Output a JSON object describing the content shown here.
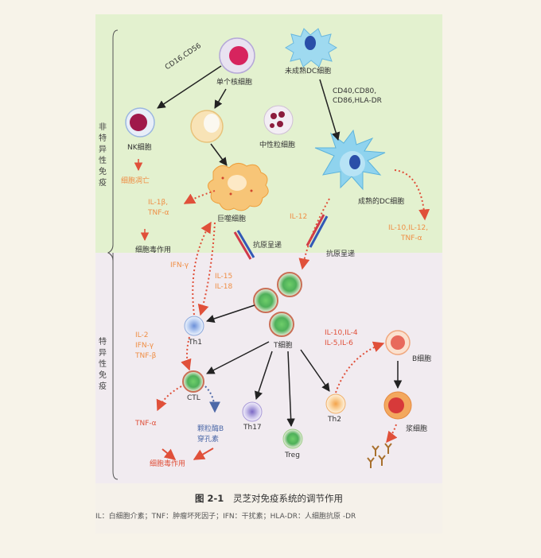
{
  "side_labels": {
    "nonspecific": "非特异性免疫",
    "specific": "特异性免疫"
  },
  "labels": {
    "monocyte": "单个核细胞",
    "immature_dc": "未成熟DC细胞",
    "cd16_cd56": "CD16,CD56",
    "cd_markers_line1": "CD40,CD80,",
    "cd_markers_line2": "CD86,HLA-DR",
    "nk": "NK细胞",
    "neutrophil": "中性粒细胞",
    "cell_lysis": "细胞凋亡",
    "il1b": "IL-1β,",
    "tnfa_1": "TNF-α",
    "macrophage": "巨噬细胞",
    "mature_dc": "成熟的DC细胞",
    "cytotoxic_1": "细胞毒作用",
    "il12": "IL-12",
    "il10_il12_line1": "IL-10,IL-12,",
    "il10_il12_line2": "TNF-α",
    "antigen_presentation_1": "抗原呈递",
    "antigen_presentation_2": "抗原呈递",
    "ifn_gamma_1": "IFN-γ",
    "il15": "IL-15",
    "il18": "IL-18",
    "th1": "Th1",
    "t_cell": "T细胞",
    "il2": "IL-2",
    "ifn_gamma_2": "IFN-γ",
    "tnf_beta": "TNF-β",
    "il10_il4": "IL-10,IL-4",
    "il5_il6": "IL-5,IL-6",
    "b_cell": "B细胞",
    "ctl": "CTL",
    "th17": "Th17",
    "th2": "Th2",
    "treg": "Treg",
    "plasma": "浆细胞",
    "tnfa_2": "TNF-α",
    "granzyme": "颗粒酶B",
    "perforin": "穿孔素",
    "cytotoxic_2": "细胞毒作用"
  },
  "caption": {
    "fig_no": "图 2-1",
    "title": "灵芝对免疫系统的调节作用"
  },
  "footnote": "IL：白细胞介素；TNF：肿瘤坏死因子；IFN：干扰素；HLA-DR：人细胞抗原 -DR",
  "colors": {
    "top_zone": "#e3f1cf",
    "bottom_zone": "#f1ebf0",
    "red_text": "#e0503a",
    "orange_text": "#ef8e45",
    "blue_text": "#4d69a8"
  }
}
